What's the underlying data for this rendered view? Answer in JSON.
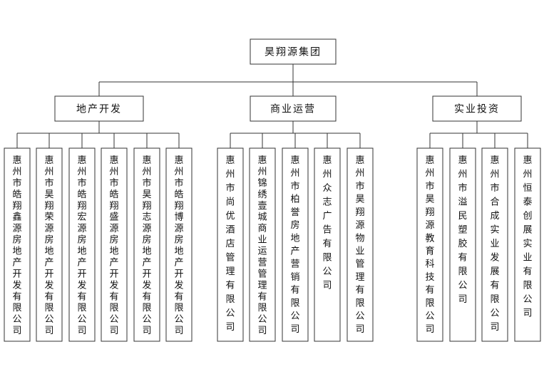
{
  "diagram": {
    "root": {
      "label": "昊翔源集团"
    },
    "divisions": [
      {
        "label": "地产开发",
        "companies": [
          "惠州市皓翔鑫源房地产开发有限公司",
          "惠州市昊翔荣源房地产开发有限公司",
          "惠州市皓翔宏源房地产开发有限公司",
          "惠州市皓翔盛源房地产开发有限公司",
          "惠州市昊翔志源房地产开发有限公司",
          "惠州市皓翔博源房地产开发有限公司"
        ]
      },
      {
        "label": "商业运营",
        "companies": [
          "惠州市尚优酒店管理有限公司",
          "惠州锦绣壹城商业运营管理有限公司",
          "惠州市柏誉房地产营销有限公司",
          "惠州众志广告有限公司",
          "惠州市昊翔源物业管理有限公司"
        ]
      },
      {
        "label": "实业投资",
        "companies": [
          "惠州市昊翔源教育科技有限公司",
          "惠州市溢民塑胶有限公司",
          "惠州市合成实业发展有限公司",
          "惠州恒泰创展实业有限公司"
        ]
      }
    ]
  }
}
